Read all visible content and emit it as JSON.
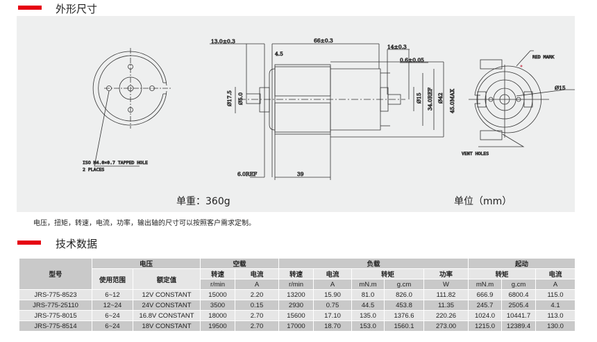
{
  "sections": {
    "dimensions_title": "外形尺寸",
    "tech_title": "技术数据"
  },
  "drawing": {
    "tapped_hole": "ISO M4.0×0.7 TAPPED HOLE",
    "places": "2 PLACES",
    "dim_13": "13.0±0.3",
    "dim_66": "66±0.3",
    "dim_45": "4.5",
    "dim_14": "14±0.3",
    "dim_06": "0.6±0.05",
    "dim_175": "Ø17.5",
    "dim_50": "Ø5.0",
    "dim_15": "Ø15",
    "dim_34": "34.0REF",
    "dim_42": "Ø42",
    "dim_45max": "45.0MAX",
    "dim_6ref": "6.0REF",
    "dim_39": "39",
    "red_mark": "RED MARK",
    "dia15": "Ø15",
    "vent_holes": "VENT HOLES"
  },
  "weight": "单重：360g",
  "unit": "单位（mm）",
  "note": "电压，扭矩，转速，电流，功率，输出轴的尺寸可以按照客户需求定制。",
  "accent": "#e60012",
  "table": {
    "h": {
      "model": "型号",
      "voltage": "电压",
      "noload": "空载",
      "load": "负载",
      "start": "起动",
      "range": "使用范围",
      "rated": "额定值",
      "speed": "转速",
      "current": "电流",
      "torque": "转矩",
      "power": "功率",
      "rmin": "r/min",
      "a": "A",
      "mnm": "mN.m",
      "gcm": "g.cm",
      "w": "W"
    },
    "rows": [
      [
        "JRS-775-8523",
        "6~12",
        "12V CONSTANT",
        "15000",
        "2.20",
        "13200",
        "15.90",
        "81.0",
        "826.0",
        "111.82",
        "666.9",
        "6800.4",
        "115.0"
      ],
      [
        "JRS-775-25110",
        "12~24",
        "24V CONSTANT",
        "3500",
        "0.15",
        "2930",
        "0.75",
        "44.5",
        "453.8",
        "11.35",
        "245.7",
        "2505.4",
        "4.1"
      ],
      [
        "JRS-775-8015",
        "6~24",
        "16.8V CONSTANT",
        "18000",
        "2.70",
        "15600",
        "17.10",
        "135.0",
        "1376.6",
        "220.26",
        "1024.0",
        "10441.7",
        "113.0"
      ],
      [
        "JRS-775-8514",
        "6~24",
        "18V CONSTANT",
        "19500",
        "2.70",
        "17000",
        "18.70",
        "153.0",
        "1560.1",
        "273.00",
        "1215.0",
        "12389.4",
        "130.0"
      ]
    ]
  }
}
